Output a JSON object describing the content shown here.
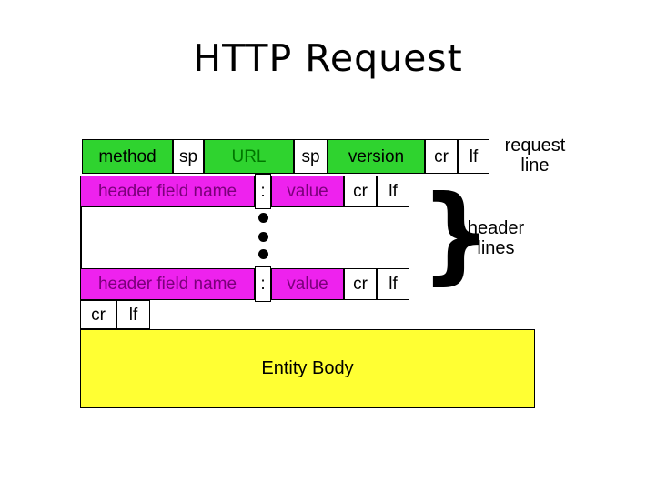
{
  "slide": {
    "title": "HTTP Request"
  },
  "colors": {
    "cell_green": "#2fd32f",
    "cell_magenta": "#ee22ee",
    "entity_yellow": "#ffff33",
    "url_text_green": "#007700",
    "magenta_text_purple": "#7a007a",
    "border_black": "#000000"
  },
  "request_line": {
    "method": "method",
    "sp1": "sp",
    "url": "URL",
    "sp2": "sp",
    "version": "version",
    "cr": "cr",
    "lf": "lf",
    "caption_line1": "request",
    "caption_line2": "line"
  },
  "header_line_1": {
    "name": "header field name",
    "colon": ":",
    "value": "value",
    "cr": "cr",
    "lf": "lf"
  },
  "header_line_2": {
    "name": "header field name",
    "colon": ":",
    "value": "value",
    "cr": "cr",
    "lf": "lf"
  },
  "blank_line": {
    "cr": "cr",
    "lf": "lf"
  },
  "brace": {
    "glyph": "}",
    "caption_line1": "header",
    "caption_line2": "lines"
  },
  "entity_body": {
    "label": "Entity Body"
  }
}
